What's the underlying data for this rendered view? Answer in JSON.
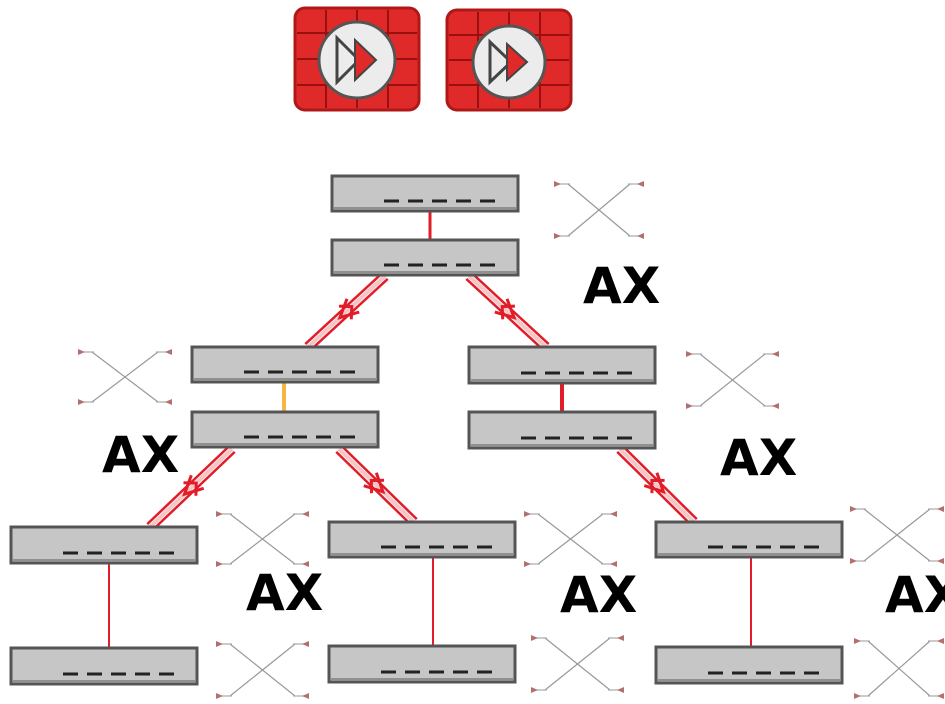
{
  "colors": {
    "button_red": "#e02a2a",
    "button_border": "#b01818",
    "switch_fill": "#c6c6c6",
    "switch_border": "#555555",
    "link_red": "#e11d2a",
    "link_orange": "#f5b642",
    "aux_arrow": "#999999"
  },
  "toolbar": {
    "buttons": [
      {
        "name": "fast-forward-button-1",
        "icon": "fast-forward-icon"
      },
      {
        "name": "fast-forward-button-2",
        "icon": "fast-forward-icon"
      }
    ]
  },
  "diagram": {
    "node_count": 12,
    "labels": [
      "AX",
      "AX",
      "AX",
      "AX",
      "AX",
      "AX"
    ],
    "link_types": [
      "solid-red",
      "solid-orange",
      "double-red-arrow"
    ]
  }
}
